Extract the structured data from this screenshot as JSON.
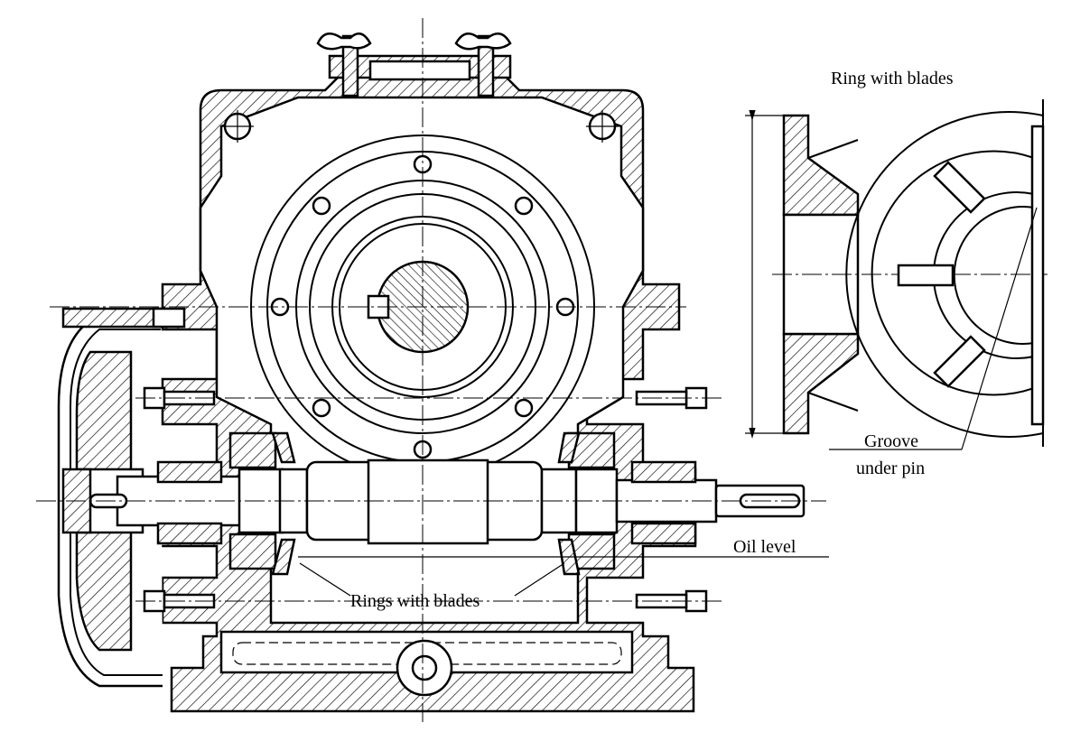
{
  "labels": {
    "ring_with_blades": "Ring with blades",
    "groove_line1": "Groove",
    "groove_line2": "under pin",
    "oil_level": "Oil level",
    "rings_with_blades": "Rings with blades"
  }
}
